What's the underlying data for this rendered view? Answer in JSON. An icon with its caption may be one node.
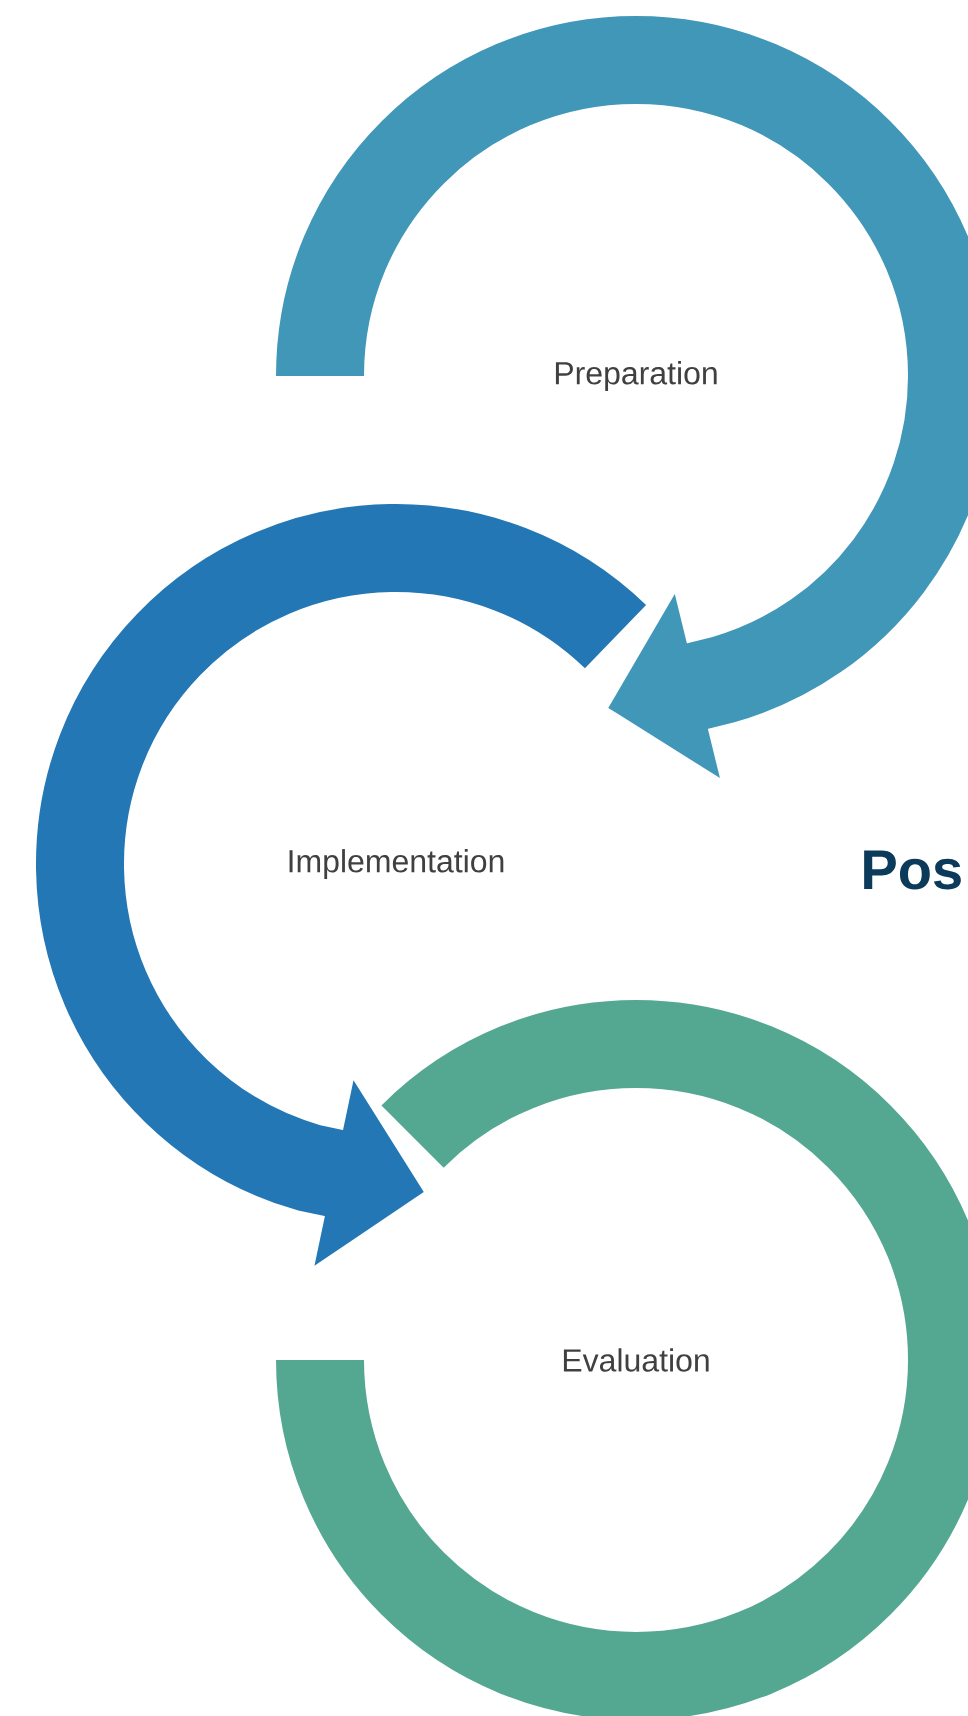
{
  "diagram": {
    "nodes": [
      {
        "text": [
          "Preparation"
        ]
      },
      {
        "text": [
          "Implementation"
        ]
      },
      {
        "text": [
          "Evaluation"
        ]
      }
    ],
    "edges": [
      {
        "from": null,
        "to": 1,
        "arrow": "to",
        "color": "#4197b8"
      },
      {
        "from": null,
        "to": 2,
        "arrow": "to",
        "color": "#2377b4"
      }
    ],
    "labels": [
      "Pos"
    ]
  }
}
